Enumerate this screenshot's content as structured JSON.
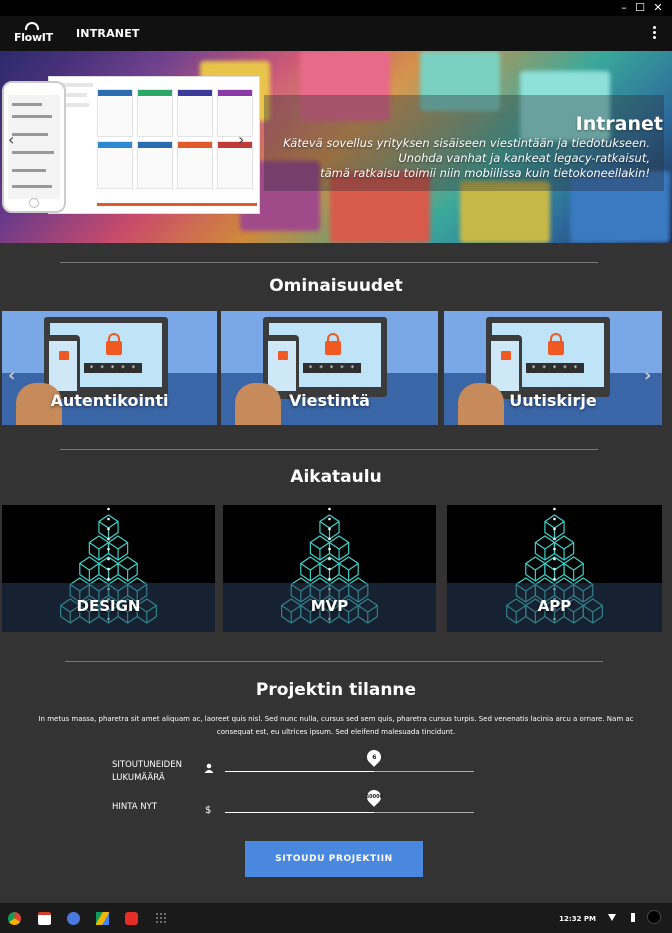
{
  "window": {
    "minimize": "–",
    "maximize": "☐",
    "close": "✕"
  },
  "header": {
    "logo_text": "FlowIT",
    "title": "INTRANET"
  },
  "hero": {
    "title": "Intranet",
    "lines": [
      "Kätevä sovellus yrityksen sisäiseen viestintään ja tiedotukseen.",
      "Unohda vanhat ja kankeat legacy-ratkaisut,",
      "tämä ratkaisu toimii niin mobiilissa kuin tietokoneellakin!"
    ]
  },
  "features": {
    "title": "Ominaisuudet",
    "prev": "‹",
    "next": "›",
    "items": [
      {
        "label": "Autentikointi",
        "password": "* * * * *"
      },
      {
        "label": "Viestintä",
        "password": "* * * * *"
      },
      {
        "label": "Uutiskirje",
        "password": "* * * * *"
      }
    ]
  },
  "schedule": {
    "title": "Aikataulu",
    "items": [
      {
        "label": "DESIGN"
      },
      {
        "label": "MVP"
      },
      {
        "label": "APP"
      }
    ]
  },
  "status": {
    "title": "Projektin tilanne",
    "text": "In metus massa, pharetra sit amet aliquam ac, laoreet quis nisl. Sed nunc nulla, cursus sed sem quis, pharetra cursus turpis. Sed venenatis lacinia arcu a ornare. Nam ac consequat est, eu ultrices ipsum. Sed eleifend malesuada tincidunt.",
    "committed": {
      "label_line1": "SITOUTUNEIDEN",
      "label_line2": "LUKUMÄÄRÄ",
      "icon": "person-icon",
      "value": "6",
      "fraction": 0.6
    },
    "price": {
      "label": "HINTA NYT",
      "icon": "$",
      "value": "50000",
      "fraction": 0.6
    },
    "cta": "SITOUDU PROJEKTIIN"
  },
  "taskbar": {
    "clock": "12:32 PM",
    "apps": [
      "chrome-icon",
      "gmail-icon",
      "google-icon",
      "drive-icon",
      "youtube-icon",
      "apps-icon"
    ]
  },
  "colors": {
    "accent": "#4a88e0",
    "background": "#333333",
    "card_blue": "#7aa8e6",
    "teal": "#3fd0c8"
  }
}
